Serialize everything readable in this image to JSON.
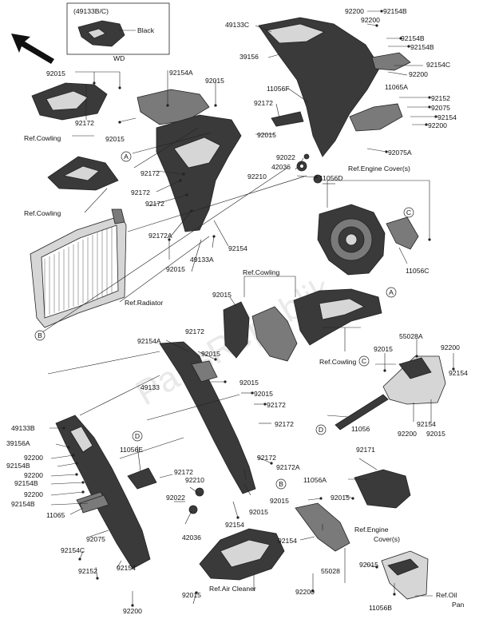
{
  "inset": {
    "title": "(49133B/C)",
    "color_label": "Black",
    "code": "WD"
  },
  "watermark": "PartsRepublik",
  "callouts": [
    "A",
    "B",
    "C",
    "D"
  ],
  "labels": {
    "l01": "92015",
    "l02": "92154A",
    "l03": "92015",
    "l04": "92172",
    "l05": "92015",
    "l06": "Ref.Cowling",
    "l07": "Ref.Cowling",
    "l08": "92172",
    "l09": "92172",
    "l10": "92172",
    "l11": "92172A",
    "l12": "92154",
    "l13": "49133A",
    "l14": "92015",
    "l15": "Ref.Radiator",
    "l16": "49133C",
    "l17": "39156",
    "l18": "92200",
    "l19": "92154B",
    "l20": "92200",
    "l21": "92154B",
    "l22": "92154B",
    "l23": "92154C",
    "l24": "92200",
    "l25": "11065A",
    "l26": "11056F",
    "l27": "92172",
    "l28": "92015",
    "l29": "92152",
    "l30": "92075",
    "l31": "92154",
    "l32": "92200",
    "l33": "92075A",
    "l34": "92022",
    "l35": "42036",
    "l36": "92210",
    "l37": "11056D",
    "l38": "Ref.Engine Cover(s)",
    "l39": "11056C",
    "l40": "Ref.Cowling",
    "l41": "92015",
    "l42": "92154A",
    "l43": "92172",
    "l44": "92015",
    "l45": "49133",
    "l46": "92015",
    "l47": "92015",
    "l48": "92172",
    "l49": "92172",
    "l50": "Ref.Cowling",
    "l51": "55028A",
    "l52": "92200",
    "l53": "92015",
    "l54": "92154",
    "l55": "11056",
    "l56": "92154",
    "l57": "92200",
    "l58": "92015",
    "l59": "49133B",
    "l60": "39156A",
    "l61": "92200",
    "l62": "92154B",
    "l63": "92200",
    "l64": "92154B",
    "l65": "92200",
    "l66": "92154B",
    "l67": "11065",
    "l68": "11056E",
    "l69": "92172",
    "l70": "92210",
    "l71": "92022",
    "l72": "42036",
    "l73": "92154",
    "l74": "92015",
    "l75": "92172",
    "l76": "92172A",
    "l77": "92171",
    "l78": "11056A",
    "l79": "92015",
    "l80": "92015",
    "l81": "Ref.Engine",
    "l82": "Cover(s)",
    "l83": "92154",
    "l84": "55028",
    "l85": "92200",
    "l86": "92075",
    "l87": "92154C",
    "l88": "92152",
    "l89": "92154",
    "l90": "92200",
    "l91": "92015",
    "l92": "Ref.Air Cleaner",
    "l93": "92015",
    "l94": "11056B",
    "l95": "Ref.Oil",
    "l96": "Pan"
  }
}
